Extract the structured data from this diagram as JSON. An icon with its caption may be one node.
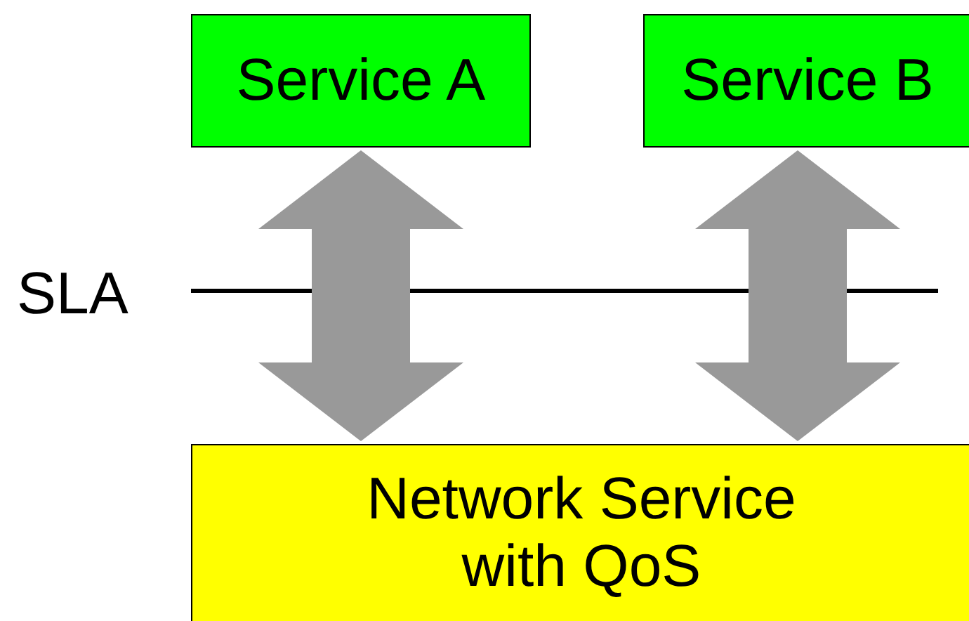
{
  "diagram": {
    "nodes": [
      {
        "text": [
          "Service A"
        ]
      },
      {
        "text": [
          "Service B"
        ]
      },
      {
        "text": [
          "Network Service with QoS"
        ]
      }
    ],
    "edges": [
      {
        "from": 0,
        "to": 2,
        "arrow": "both"
      },
      {
        "from": 1,
        "to": 2,
        "arrow": "both"
      }
    ],
    "labels": [
      "SLA"
    ]
  }
}
